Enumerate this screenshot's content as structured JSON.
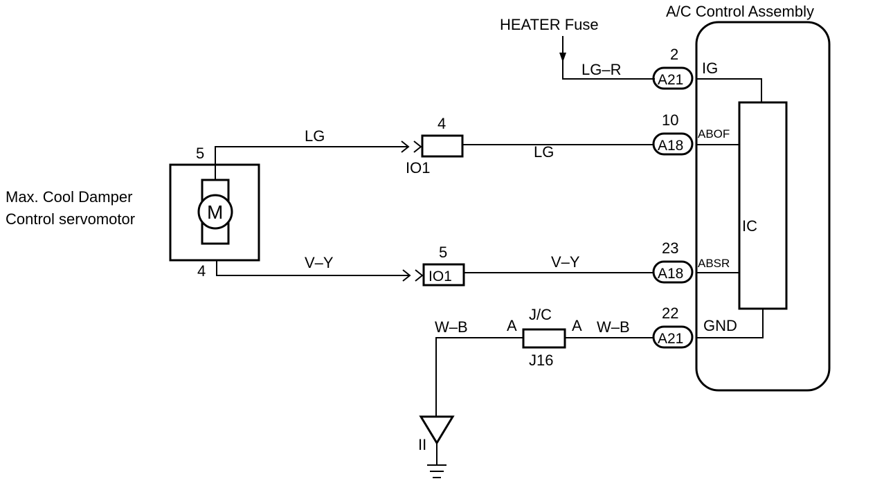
{
  "assembly": {
    "title": "A/C Control Assembly",
    "ic_label": "IC"
  },
  "fuse": {
    "label": "HEATER Fuse"
  },
  "motor": {
    "name_line1": "Max. Cool Damper",
    "name_line2": "Control servomotor",
    "symbol": "M",
    "pin_top": "5",
    "pin_bottom": "4"
  },
  "connectors": {
    "ig": {
      "pin": "2",
      "code": "A21",
      "signal": "IG",
      "wire": "LG–R"
    },
    "abof": {
      "pin": "10",
      "code": "A18",
      "signal": "ABOF"
    },
    "absr": {
      "pin": "23",
      "code": "A18",
      "signal": "ABSR"
    },
    "gnd": {
      "pin": "22",
      "code": "A21",
      "signal": "GND",
      "wire": "W–B"
    }
  },
  "io1_top": {
    "pin": "4",
    "code": "IO1",
    "wire_in": "LG",
    "wire_out": "LG"
  },
  "io1_bottom": {
    "pin": "5",
    "code": "IO1",
    "wire_in": "V–Y",
    "wire_out": "V–Y"
  },
  "junction": {
    "type": "J/C",
    "code": "J16",
    "pin_left": "A",
    "pin_right": "A",
    "wire_left": "W–B"
  },
  "ground": {
    "label": "II"
  }
}
